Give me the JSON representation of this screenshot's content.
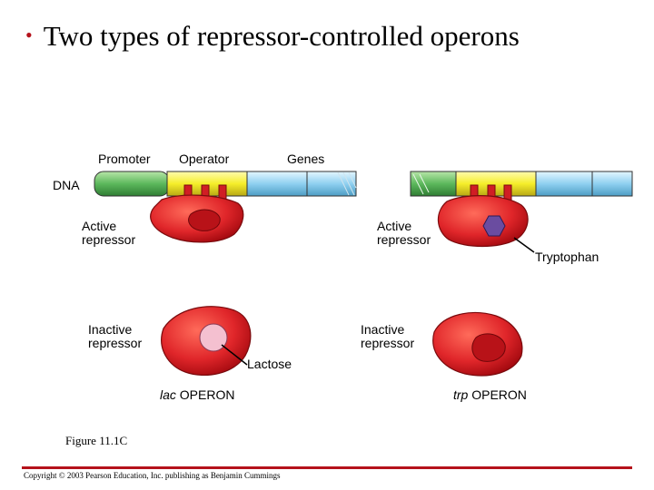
{
  "title": "Two types of repressor-controlled operons",
  "labels": {
    "promoter": "Promoter",
    "operator": "Operator",
    "genes": "Genes",
    "dna": "DNA",
    "active_repressor_left": [
      "Active",
      "repressor"
    ],
    "active_repressor_right": [
      "Active",
      "repressor"
    ],
    "tryptophan": "Tryptophan",
    "inactive_repressor_left": [
      "Inactive",
      "repressor"
    ],
    "inactive_repressor_right": [
      "Inactive",
      "repressor"
    ],
    "lactose": "Lactose"
  },
  "operons": {
    "lac": {
      "italic": "lac",
      "rest": " OPERON"
    },
    "trp": {
      "italic": "trp",
      "rest": " OPERON"
    }
  },
  "figure_caption": "Figure 11.1C",
  "copyright": "Copyright © 2003 Pearson Education, Inc. publishing as Benjamin Cummings",
  "colors": {
    "bullet": "#b5121b",
    "promoter": "#5cb85c",
    "operator": "#f5ee2a",
    "genes": "#8fd0f0",
    "repressor": "#e0262a",
    "tryptophan": "#6a4ca0",
    "lactose": "#f4c0d0"
  }
}
